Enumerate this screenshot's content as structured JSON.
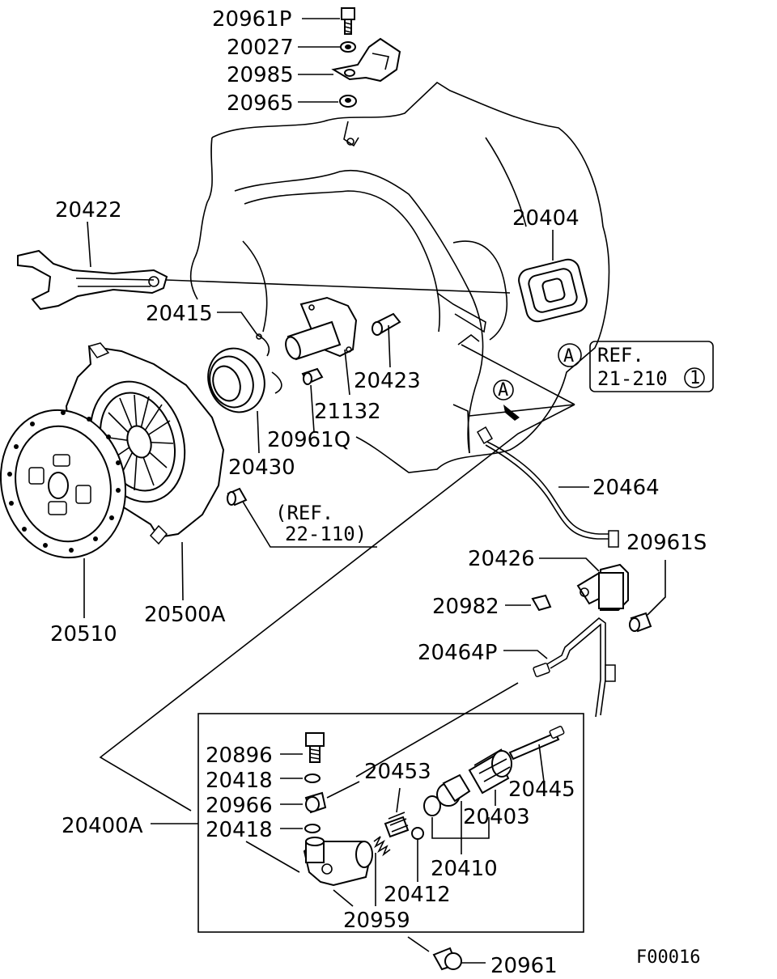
{
  "labels": {
    "p20961P": "20961P",
    "p20027": "20027",
    "p20985": "20985",
    "p20965": "20965",
    "p20422": "20422",
    "p20404": "20404",
    "p20415": "20415",
    "p20423": "20423",
    "p21132": "21132",
    "p20961Q": "20961Q",
    "p20430": "20430",
    "p20464": "20464",
    "p20961S": "20961S",
    "p20426": "20426",
    "p20982": "20982",
    "p20464P": "20464P",
    "p20510": "20510",
    "p20500A": "20500A",
    "p20896": "20896",
    "p20418a": "20418",
    "p20966": "20966",
    "p20418b": "20418",
    "p20400A": "20400A",
    "p20453": "20453",
    "p20445": "20445",
    "p20403": "20403",
    "p20410": "20410",
    "p20412": "20412",
    "p20959": "20959",
    "p20961": "20961"
  },
  "refs": {
    "view_marker": "A",
    "ref_box_line1": "REF.",
    "ref_box_line2": "21-210",
    "ref_box_circle": "1",
    "ref_clutch_line1": "(REF.",
    "ref_clutch_line2": "22-110)"
  },
  "figure_code": "F00016"
}
